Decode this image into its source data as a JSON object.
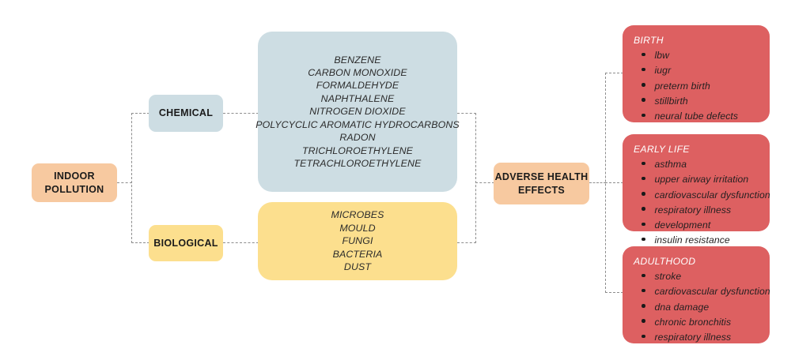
{
  "diagram": {
    "title": "Indoor pollution and adverse health effects flow diagram",
    "colors": {
      "peach": "#F7C9A0",
      "blue": "#CDDDE3",
      "yellow": "#FCDF8E",
      "red": "#DD6061",
      "connector": "#8D8D8D",
      "background": "#FFFFFF"
    },
    "source_node": {
      "label": "INDOOR POLLUTION",
      "line1": "INDOOR",
      "line2": "POLLUTION"
    },
    "categories": [
      {
        "label": "CHEMICAL",
        "color": "#CDDDE3"
      },
      {
        "label": "BIOLOGICAL",
        "color": "#FCDF8E"
      }
    ],
    "chemical_agents": [
      "BENZENE",
      "CARBON MONOXIDE",
      "FORMALDEHYDE",
      "NAPHTHALENE",
      "NITROGEN DIOXIDE",
      "POLYCYCLIC AROMATIC HYDROCARBONS",
      "RADON",
      "TRICHLOROETHYLENE",
      "TETRACHLOROETHYLENE"
    ],
    "biological_agents": [
      "MICROBES",
      "MOULD",
      "FUNGI",
      "BACTERIA",
      "DUST"
    ],
    "effects_node": {
      "label": "ADVERSE HEALTH EFFECTS",
      "line1": "ADVERSE HEALTH",
      "line2": "EFFECTS"
    },
    "outcomes": [
      {
        "title": "BIRTH",
        "items": [
          "lbw",
          "iugr",
          "preterm birth",
          "stillbirth",
          "neural tube defects"
        ]
      },
      {
        "title": "EARLY LIFE",
        "items": [
          "asthma",
          "upper airway irritation",
          "cardiovascular dysfunction",
          "respiratory illness",
          "development",
          "insulin resistance"
        ]
      },
      {
        "title": "ADULTHOOD",
        "items": [
          "stroke",
          "cardiovascular dysfunction",
          "dna damage",
          "chronic bronchitis",
          "respiratory illness"
        ]
      }
    ]
  }
}
